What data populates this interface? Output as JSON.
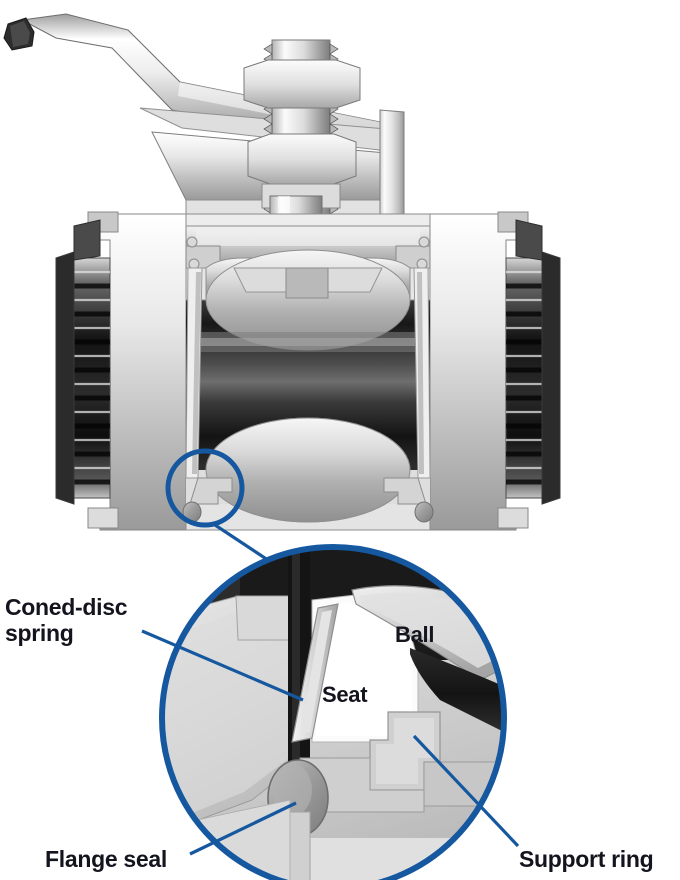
{
  "figure": {
    "type": "technical-cutaway-illustration",
    "subject": "Ball valve cross-section with magnified detail callout",
    "background_color": "#ffffff",
    "callout_color": "#15589f",
    "label_color": "#14141e"
  },
  "labels": {
    "coned_disc_spring": "Coned-disc\nspring",
    "ball": "Ball",
    "seat": "Seat",
    "flange_seal": "Flange seal",
    "support_ring": "Support ring"
  },
  "components": {
    "handle": "lever-handle",
    "stem": "threaded-stem",
    "nuts": "hex-nuts",
    "body": "valve-body",
    "threads_left": "male-pipe-thread-left",
    "threads_right": "male-pipe-thread-right",
    "ball_element": "ball-closure-element",
    "detail_circle": "magnified-detail-view"
  },
  "colors": {
    "blue": "#15589f",
    "blue_dark": "#0f4a8a",
    "metal_light": "#f2f2f2",
    "metal_mid": "#c9c9c9",
    "metal_dark": "#8a8a8a",
    "metal_shadow": "#4a4a4a",
    "bore_dark": "#1c1c1c",
    "bore_black": "#0c0c0c",
    "thread_dark": "#2a2a2a",
    "white": "#ffffff"
  }
}
